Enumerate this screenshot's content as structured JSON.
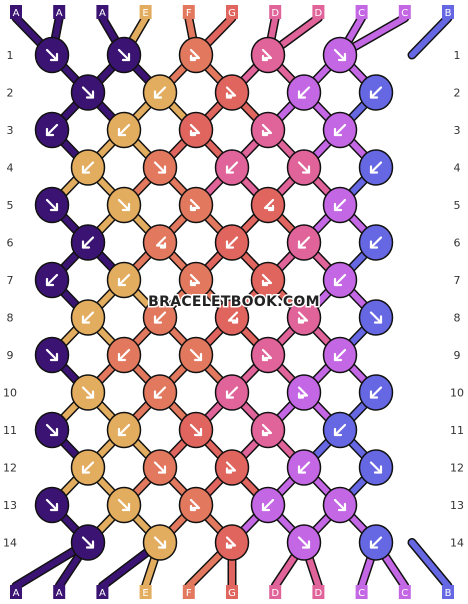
{
  "watermark": "BRACELETBOOK.COM",
  "palette": {
    "A": "#3b1473",
    "E": "#e3ad5f",
    "F": "#e2795f",
    "G": "#e0655f",
    "D": "#e0639a",
    "C": "#c467e4",
    "B": "#6667e2"
  },
  "strings_top": [
    "A",
    "A",
    "A",
    "E",
    "F",
    "G",
    "D",
    "D",
    "C",
    "C",
    "B"
  ],
  "strings_bottom": [
    "A",
    "A",
    "A",
    "E",
    "F",
    "G",
    "D",
    "D",
    "C",
    "C",
    "B"
  ],
  "row_numbers": [
    "1",
    "2",
    "3",
    "4",
    "5",
    "6",
    "7",
    "8",
    "9",
    "10",
    "11",
    "12",
    "13",
    "14"
  ],
  "icons": {
    "forward": "forward-knot-icon",
    "backward": "backward-knot-icon",
    "forward_backward": "forward-backward-knot-icon",
    "backward_forward": "backward-forward-knot-icon"
  },
  "knots": [
    [
      [
        "A",
        "f"
      ],
      [
        "A",
        "f"
      ],
      [
        "F",
        "fb"
      ],
      [
        "D",
        "fb"
      ],
      [
        "C",
        "f"
      ]
    ],
    [
      [
        "A",
        "f"
      ],
      [
        "E",
        "b"
      ],
      [
        "G",
        "fb"
      ],
      [
        "C",
        "b"
      ],
      [
        "B",
        "b"
      ]
    ],
    [
      [
        "A",
        "b"
      ],
      [
        "E",
        "b"
      ],
      [
        "G",
        "fb"
      ],
      [
        "D",
        "fb"
      ],
      [
        "C",
        "b"
      ]
    ],
    [
      [
        "E",
        "b"
      ],
      [
        "F",
        "f"
      ],
      [
        "D",
        "b"
      ],
      [
        "D",
        "f"
      ],
      [
        "B",
        "b"
      ]
    ],
    [
      [
        "A",
        "f"
      ],
      [
        "E",
        "f"
      ],
      [
        "F",
        "fb"
      ],
      [
        "G",
        "bf"
      ],
      [
        "C",
        "b"
      ]
    ],
    [
      [
        "A",
        "b"
      ],
      [
        "F",
        "bf"
      ],
      [
        "G",
        "b"
      ],
      [
        "D",
        "b"
      ],
      [
        "B",
        "b"
      ]
    ],
    [
      [
        "A",
        "b"
      ],
      [
        "E",
        "b"
      ],
      [
        "F",
        "fb"
      ],
      [
        "G",
        "fb"
      ],
      [
        "C",
        "b"
      ]
    ],
    [
      [
        "E",
        "b"
      ],
      [
        "F",
        "b"
      ],
      [
        "G",
        "bf"
      ],
      [
        "D",
        "fb"
      ],
      [
        "B",
        "f"
      ]
    ],
    [
      [
        "A",
        "f"
      ],
      [
        "F",
        "b"
      ],
      [
        "F",
        "f"
      ],
      [
        "D",
        "fb"
      ],
      [
        "C",
        "b"
      ]
    ],
    [
      [
        "E",
        "f"
      ],
      [
        "F",
        "b"
      ],
      [
        "D",
        "b"
      ],
      [
        "C",
        "fb"
      ],
      [
        "B",
        "b"
      ]
    ],
    [
      [
        "A",
        "f"
      ],
      [
        "E",
        "b"
      ],
      [
        "G",
        "f"
      ],
      [
        "D",
        "fb"
      ],
      [
        "B",
        "b"
      ]
    ],
    [
      [
        "E",
        "b"
      ],
      [
        "F",
        "f"
      ],
      [
        "G",
        "fb"
      ],
      [
        "C",
        "b"
      ],
      [
        "B",
        "f"
      ]
    ],
    [
      [
        "A",
        "f"
      ],
      [
        "E",
        "f"
      ],
      [
        "F",
        "fb"
      ],
      [
        "C",
        "b"
      ],
      [
        "C",
        "f"
      ]
    ],
    [
      [
        "A",
        "f"
      ],
      [
        "E",
        "f"
      ],
      [
        "G",
        "fb"
      ],
      [
        "C",
        "f"
      ],
      [
        "B",
        "b"
      ]
    ]
  ]
}
